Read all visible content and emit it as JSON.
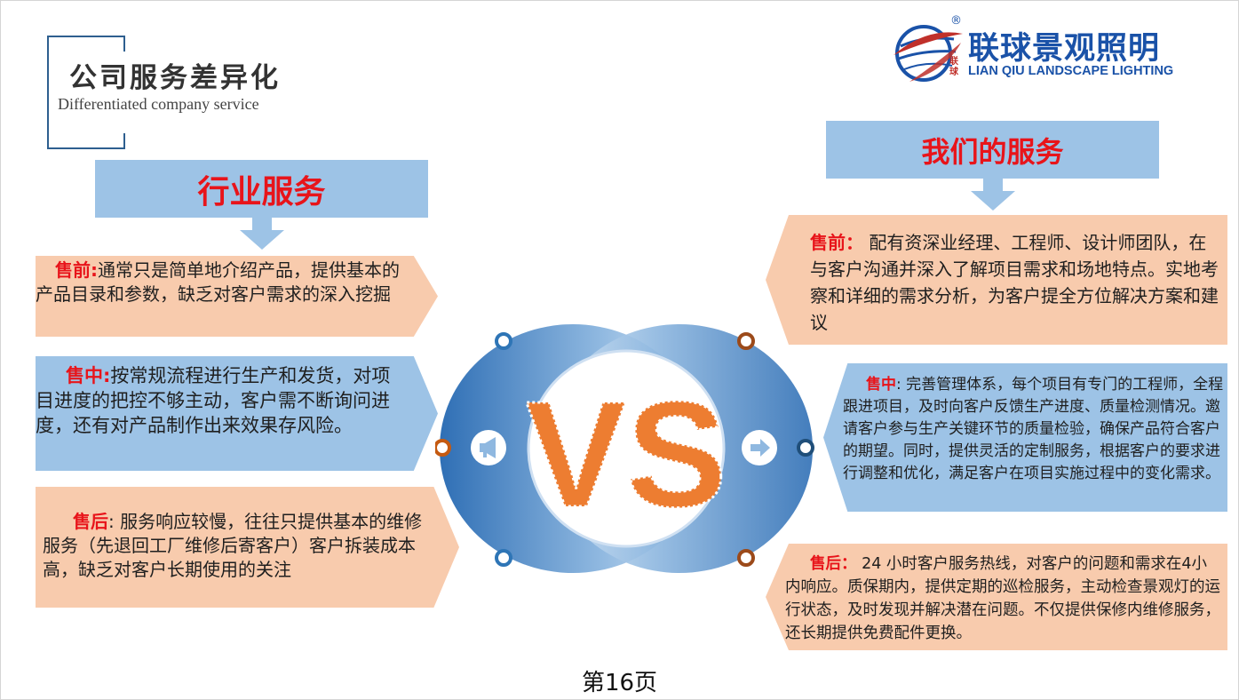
{
  "header": {
    "title": "公司服务差异化",
    "subtitle": "Differentiated company service"
  },
  "logo": {
    "name_cn": "联球景观照明",
    "name_en": "LIAN QIU LANDSCAPE LIGHTING",
    "mark_text": "联球",
    "registered": "®"
  },
  "left": {
    "heading": "行业服务",
    "items": [
      {
        "label": "售前:",
        "text": "通常只是简单地介绍产品，提供基本的产品目录和参数，缺乏对客户需求的深入挖掘"
      },
      {
        "label": "售中:",
        "text": "按常规流程进行生产和发货，对项目进度的把控不够主动，客户需不断询问进度，还有对产品制作出来效果存风险。"
      },
      {
        "label": "售后",
        "text": ": 服务响应较慢，往往只提供基本的维修服务（先退回工厂维修后寄客户）客户拆装成本高，缺乏对客户长期使用的关注"
      }
    ]
  },
  "right": {
    "heading": "我们的服务",
    "items": [
      {
        "label": "售前：",
        "text": " 配有资深业经理、工程师、设计师团队，在与客户沟通并深入了解项目需求和场地特点。实地考察和详细的需求分析，为客户提全方位解决方案和建议"
      },
      {
        "label": "售中",
        "text": ": 完善管理体系，每个项目有专门的工程师，全程跟进项目，及时向客户反馈生产进度、质量检测情况。邀请客户参与生产关键环节的质量检验，确保产品符合客户的期望。同时，提供灵活的定制服务，根据客户的要求进行调整和优化，满足客户在项目实施过程中的变化需求。"
      },
      {
        "label": "售后：",
        "text": " 24 小时客户服务热线，对客户的问题和需求在4小内响应。质保期内，提供定期的巡检服务，主动检查景观灯的运行状态，及时发现并解决潜在问题。不仅提供保修内维修服务，还长期提供免费配件更换。"
      }
    ]
  },
  "center": {
    "vs_text": "VS",
    "left_icon": "megaphone-icon",
    "right_icon": "arrow-right-icon"
  },
  "colors": {
    "peach": "#f8cbad",
    "blue": "#9dc3e6",
    "red": "#e8141a",
    "orange": "#ed7d31",
    "brand_blue": "#1a52a8"
  },
  "footer": {
    "page_label": "第16页"
  }
}
